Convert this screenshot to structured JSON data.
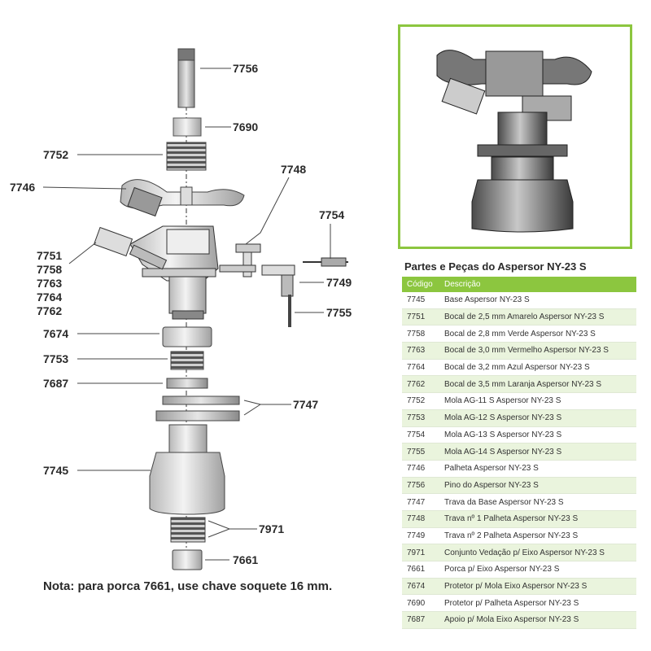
{
  "callouts": [
    {
      "id": "7756",
      "text": "7756"
    },
    {
      "id": "7690",
      "text": "7690"
    },
    {
      "id": "7752",
      "text": "7752"
    },
    {
      "id": "7746",
      "text": "7746"
    },
    {
      "id": "7748",
      "text": "7748"
    },
    {
      "id": "7754",
      "text": "7754"
    },
    {
      "id": "7751",
      "text": "7751"
    },
    {
      "id": "7758",
      "text": "7758"
    },
    {
      "id": "7763",
      "text": "7763"
    },
    {
      "id": "7764",
      "text": "7764"
    },
    {
      "id": "7762",
      "text": "7762"
    },
    {
      "id": "7749",
      "text": "7749"
    },
    {
      "id": "7755",
      "text": "7755"
    },
    {
      "id": "7674",
      "text": "7674"
    },
    {
      "id": "7753",
      "text": "7753"
    },
    {
      "id": "7687",
      "text": "7687"
    },
    {
      "id": "7747",
      "text": "7747"
    },
    {
      "id": "7745",
      "text": "7745"
    },
    {
      "id": "7971",
      "text": "7971"
    },
    {
      "id": "7661",
      "text": "7661"
    }
  ],
  "note": "Nota: para porca 7661, use chave soquete 16 mm.",
  "table": {
    "title": "Partes e Peças do Aspersor NY-23 S",
    "headers": {
      "code": "Código",
      "description": "Descrição"
    },
    "header_color": "#8cc63f",
    "alt_row_color": "#eaf4dd",
    "rows": [
      {
        "code": "7745",
        "description": "Base Aspersor NY-23 S"
      },
      {
        "code": "7751",
        "description": "Bocal de 2,5 mm Amarelo Aspersor NY-23 S"
      },
      {
        "code": "7758",
        "description": "Bocal de 2,8 mm Verde Aspersor NY-23 S"
      },
      {
        "code": "7763",
        "description": "Bocal de 3,0 mm Vermelho Aspersor NY-23 S"
      },
      {
        "code": "7764",
        "description": "Bocal de 3,2 mm Azul Aspersor NY-23 S"
      },
      {
        "code": "7762",
        "description": "Bocal de 3,5 mm Laranja Aspersor NY-23 S"
      },
      {
        "code": "7752",
        "description": "Mola AG-11 S Aspersor NY-23 S"
      },
      {
        "code": "7753",
        "description": "Mola AG-12 S Aspersor NY-23 S"
      },
      {
        "code": "7754",
        "description": "Mola AG-13 S Aspersor NY-23 S"
      },
      {
        "code": "7755",
        "description": "Mola AG-14 S Aspersor NY-23 S"
      },
      {
        "code": "7746",
        "description": "Palheta Aspersor NY-23 S"
      },
      {
        "code": "7756",
        "description": "Pino do Aspersor NY-23 S"
      },
      {
        "code": "7747",
        "description": "Trava da Base Aspersor NY-23 S"
      },
      {
        "code": "7748",
        "description": "Trava nº 1 Palheta Aspersor NY-23 S"
      },
      {
        "code": "7749",
        "description": "Trava nº 2 Palheta Aspersor NY-23 S"
      },
      {
        "code": "7971",
        "description": "Conjunto Vedação p/ Eixo Aspersor NY-23 S"
      },
      {
        "code": "7661",
        "description": "Porca p/ Eixo Aspersor NY-23 S"
      },
      {
        "code": "7674",
        "description": "Protetor p/ Mola Eixo Aspersor NY-23 S"
      },
      {
        "code": "7690",
        "description": "Protetor p/ Palheta Aspersor NY-23 S"
      },
      {
        "code": "7687",
        "description": "Apoio p/ Mola Eixo Aspersor NY-23 S"
      }
    ]
  },
  "photo_border_color": "#8cc63f"
}
